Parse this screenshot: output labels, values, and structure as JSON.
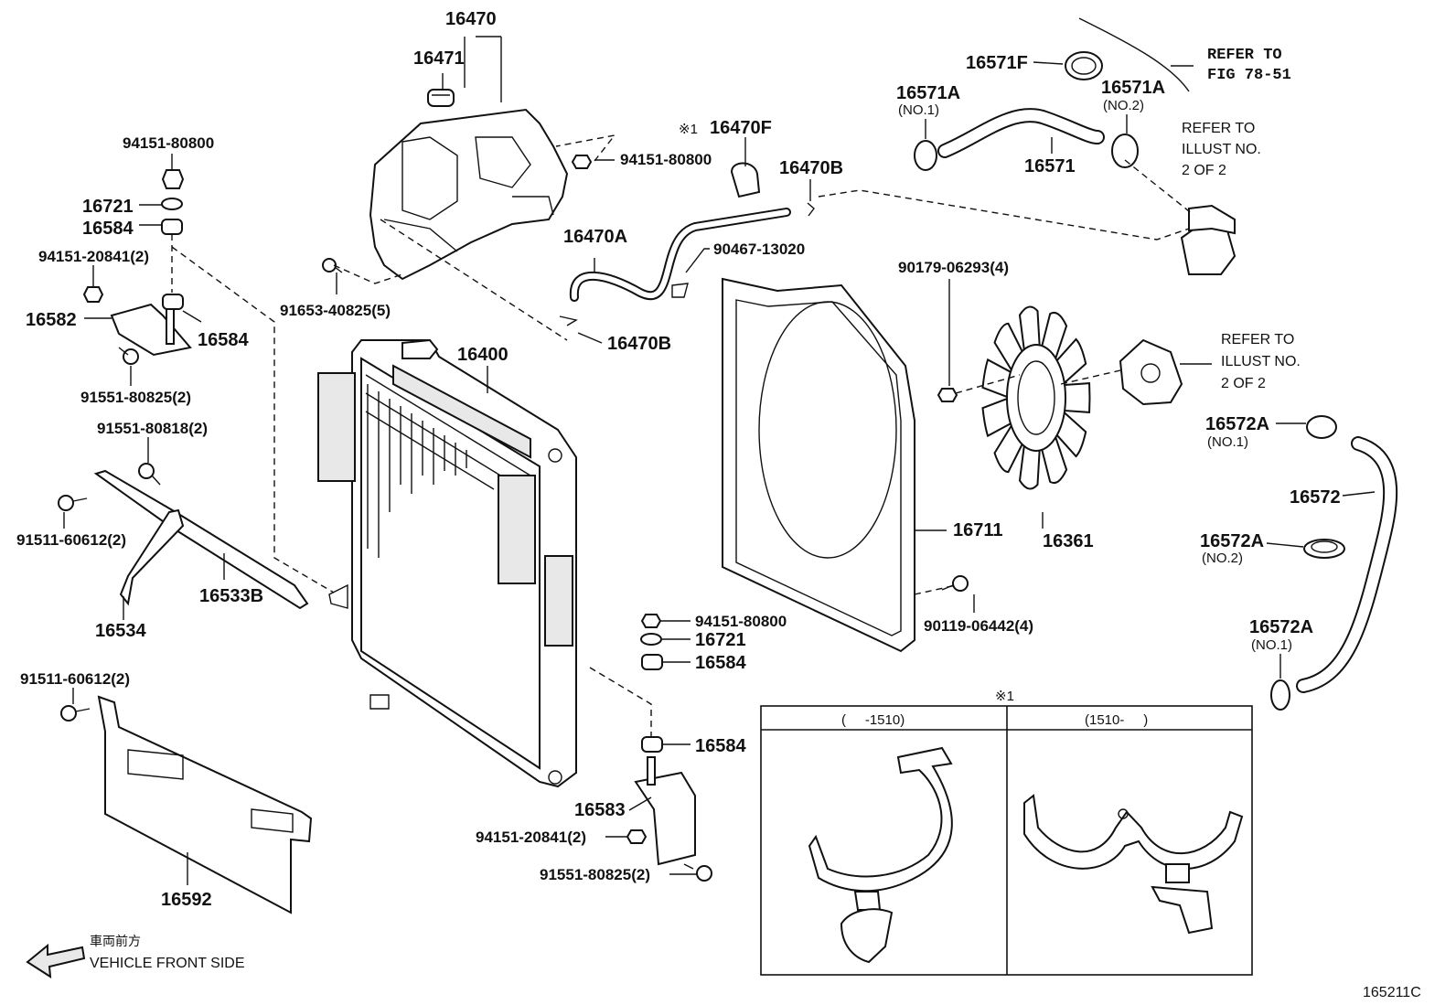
{
  "labels": {
    "p16470": "16470",
    "p16471": "16471",
    "p94151_80800_a": "94151-80800",
    "p94151_80800_b": "94151-80800",
    "p94151_80800_c": "94151-80800",
    "p16721_a": "16721",
    "p16584_a": "16584",
    "p94151_20841_a": "94151-20841(2)",
    "p16582": "16582",
    "p16584_b": "16584",
    "p91551_80825_a": "91551-80825(2)",
    "p91551_80818": "91551-80818(2)",
    "p91511_60612_a": "91511-60612(2)",
    "p16533B": "16533B",
    "p16534": "16534",
    "p91511_60612_b": "91511-60612(2)",
    "p16592": "16592",
    "p91653_40825": "91653-40825(5)",
    "p16400": "16400",
    "p16470F_mark": "※1",
    "p16470F": "16470F",
    "p16470B_a": "16470B",
    "p16470A": "16470A",
    "p90467_13020": "90467-13020",
    "p16470B_b": "16470B",
    "p16571F": "16571F",
    "p16571A_1": "16571A",
    "p16571A_1_no": "(NO.1)",
    "p16571": "16571",
    "p16571A_2": "16571A",
    "p16571A_2_no": "(NO.2)",
    "p90179_06293": "90179-06293(4)",
    "p16711": "16711",
    "p16361": "16361",
    "p90119_06442": "90119-06442(4)",
    "p16721_b": "16721",
    "p16584_c": "16584",
    "p16584_d": "16584",
    "p16583": "16583",
    "p94151_20841_b": "94151-20841(2)",
    "p91551_80825_b": "91551-80825(2)",
    "p16572A_1": "16572A",
    "p16572A_1_no": "(NO.1)",
    "p16572": "16572",
    "p16572A_2": "16572A",
    "p16572A_2_no": "(NO.2)",
    "p16572A_3": "16572A",
    "p16572A_3_no": "(NO.1)"
  },
  "references": {
    "refer_fig_line1": "REFER TO",
    "refer_fig_line2": "FIG 78-51",
    "refer_illust_a_line1": "REFER TO",
    "refer_illust_a_line2": "ILLUST NO.",
    "refer_illust_a_line3": "2 OF 2",
    "refer_illust_b_line1": "REFER TO",
    "refer_illust_b_line2": "ILLUST NO.",
    "refer_illust_b_line3": "2 OF 2"
  },
  "inset": {
    "mark": "※1",
    "col_left": "(     -1510)",
    "col_right": "(1510-     )"
  },
  "front": {
    "japanese": "車両前方",
    "english": "VEHICLE FRONT SIDE"
  },
  "figure_id": "165211C"
}
